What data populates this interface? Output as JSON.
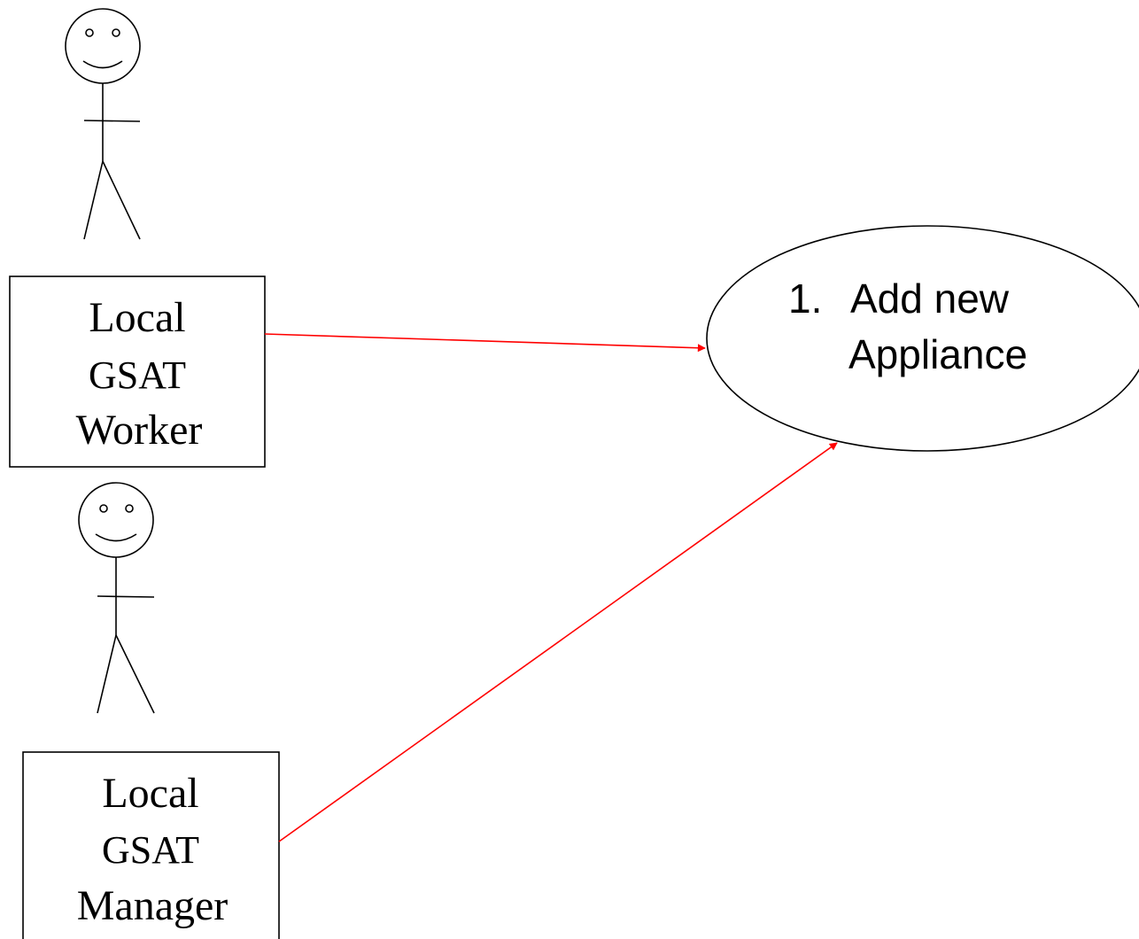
{
  "diagram": {
    "actors": [
      {
        "id": "local-gsat-worker",
        "label_lines": [
          "Local",
          "GSAT",
          "Worker"
        ]
      },
      {
        "id": "local-gsat-manager",
        "label_lines": [
          "Local",
          "GSAT",
          "Manager"
        ]
      }
    ],
    "use_case": {
      "number": "1.",
      "label_lines": [
        "Add new",
        "Appliance"
      ]
    },
    "associations": [
      {
        "from": "local-gsat-worker",
        "to": "use-case-1"
      },
      {
        "from": "local-gsat-manager",
        "to": "use-case-1"
      }
    ],
    "colors": {
      "association": "#ff0000",
      "outline": "#000000",
      "background": "#ffffff"
    }
  }
}
